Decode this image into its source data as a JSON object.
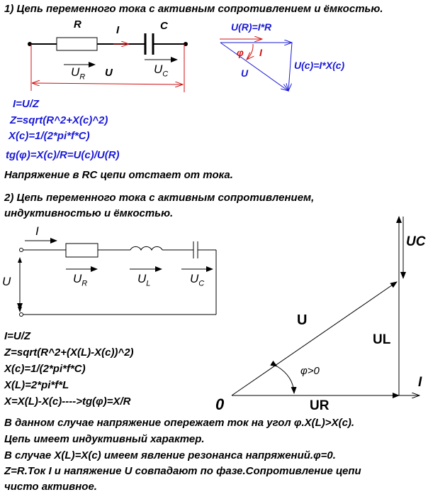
{
  "section1": {
    "title": "1) Цепь переменного тока с активным сопротивлением и ёмкостью.",
    "circuit": {
      "R": "R",
      "I": "I",
      "C": "C",
      "UR": "U",
      "UR_sub": "R",
      "U": "U",
      "UC": "U",
      "UC_sub": "C"
    },
    "phasor": {
      "UR": "U(R)=I*R",
      "phi": "φ",
      "I": "I",
      "U": "U",
      "UC": "U(c)=I*X(c)"
    },
    "formulas": [
      "I=U/Z",
      "Z=sqrt(R^2+X(c)^2)",
      "X(c)=1/(2*pi*f*C)",
      "tg(φ)=X(c)/R=U(c)/U(R)"
    ],
    "conclusion": "Напряжение в RC цепи отстает от тока."
  },
  "section2": {
    "title_line1": "2) Цепь переменного тока с активным сопротивлением,",
    "title_line2": "индуктивностью и ёмкостью.",
    "circuit": {
      "I": "I",
      "U": "U",
      "UR": "U",
      "UR_sub": "R",
      "UL": "U",
      "UL_sub": "L",
      "UC": "U",
      "UC_sub": "C"
    },
    "phasor": {
      "UC": "UC",
      "U": "U",
      "UL": "UL",
      "phi": "φ>0",
      "O": "0",
      "UR": "UR",
      "I": "I"
    },
    "formulas": [
      "I=U/Z",
      "Z=sqrt(R^2+(X(L)-X(c))^2)",
      "X(c)=1/(2*pi*f*C)",
      "X(L)=2*pi*f*L",
      "X=X(L)-X(c)---->tg(φ)=X/R"
    ],
    "notes": [
      "В данном случае напряжение опережает ток  на угол φ.X(L)>X(c).",
      "Цепь имеет индуктивный характер.",
      "В случае X(L)=X(c) имеем явление резонанса напряжений.φ=0.",
      "Z=R.Ток I и напяжение U совпадают по фазе.Сопротивление цепи",
      "чисто активное."
    ]
  },
  "colors": {
    "blue": "#1a1ad6",
    "red": "#d01010",
    "black": "#000000"
  }
}
